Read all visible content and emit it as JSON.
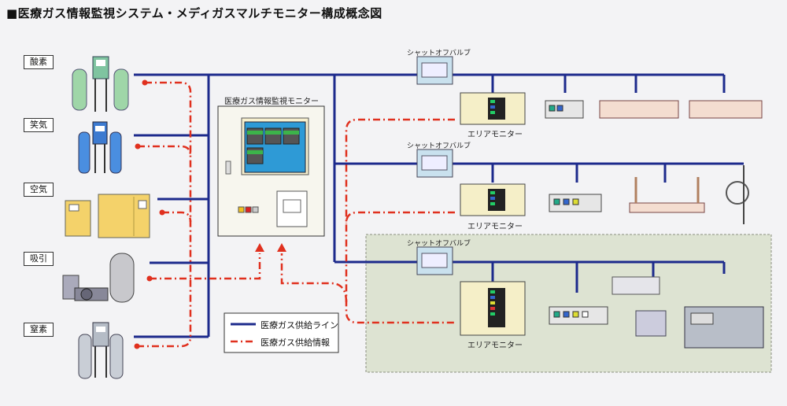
{
  "title": "■医療ガス情報監視システム・メディガスマルチモニター構成概念図",
  "gas_sources": [
    {
      "label": "酸素",
      "icon": "oxygen-cylinder-icon"
    },
    {
      "label": "笑気",
      "icon": "nitrous-oxide-cylinder-icon"
    },
    {
      "label": "空気",
      "icon": "air-compressor-icon"
    },
    {
      "label": "吸引",
      "icon": "vacuum-pump-icon"
    },
    {
      "label": "窒素",
      "icon": "nitrogen-cylinder-icon"
    }
  ],
  "central_monitor": {
    "label": "医療ガス情報監視モニター"
  },
  "zones": [
    {
      "valve_label": "シャットオフバルブ",
      "monitor_label": "エリアモニター"
    },
    {
      "valve_label": "シャットオフバルブ",
      "monitor_label": "エリアモニター"
    },
    {
      "valve_label": "シャットオフバルブ",
      "monitor_label": "エリアモニター"
    }
  ],
  "legend": {
    "supply_line": "医療ガス供給ライン",
    "supply_info": "医療ガス供給情報"
  },
  "colors": {
    "supply_line": "#1c2a8c",
    "supply_info": "#e0301e",
    "equipment_body": "#f5efc8",
    "zone_background": "#dde3d2"
  }
}
